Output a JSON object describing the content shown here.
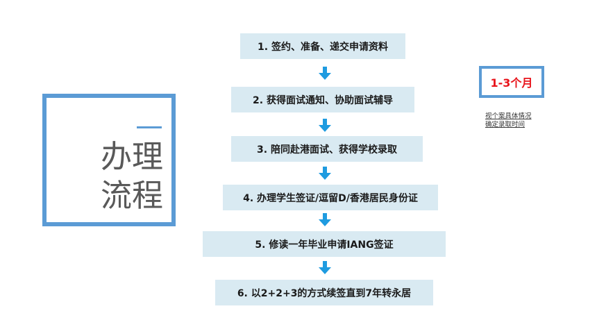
{
  "title": {
    "line1": "办理",
    "line2": "流程"
  },
  "steps": [
    {
      "label": "1. 签约、准备、递交申请资料"
    },
    {
      "label": "2. 获得面试通知、协助面试辅导"
    },
    {
      "label": "3. 陪同赴港面试、获得学校录取"
    },
    {
      "label": "4. 办理学生签证/逗留D/香港居民身份证"
    },
    {
      "label": "5. 修读一年毕业申请IANG签证"
    },
    {
      "label": "6. 以2+2+3的方式续签直到7年转永居"
    }
  ],
  "duration": {
    "label": "1-3个月",
    "note_line1": "视个案具体情况",
    "note_line2": "确定录取时间"
  },
  "colors": {
    "frame": "#5b9bd5",
    "step_bg": "#d9eaf2",
    "arrow": "#1e9be0",
    "duration_text": "#e8141b"
  },
  "icons": {
    "arrow": "arrow-down-icon"
  }
}
